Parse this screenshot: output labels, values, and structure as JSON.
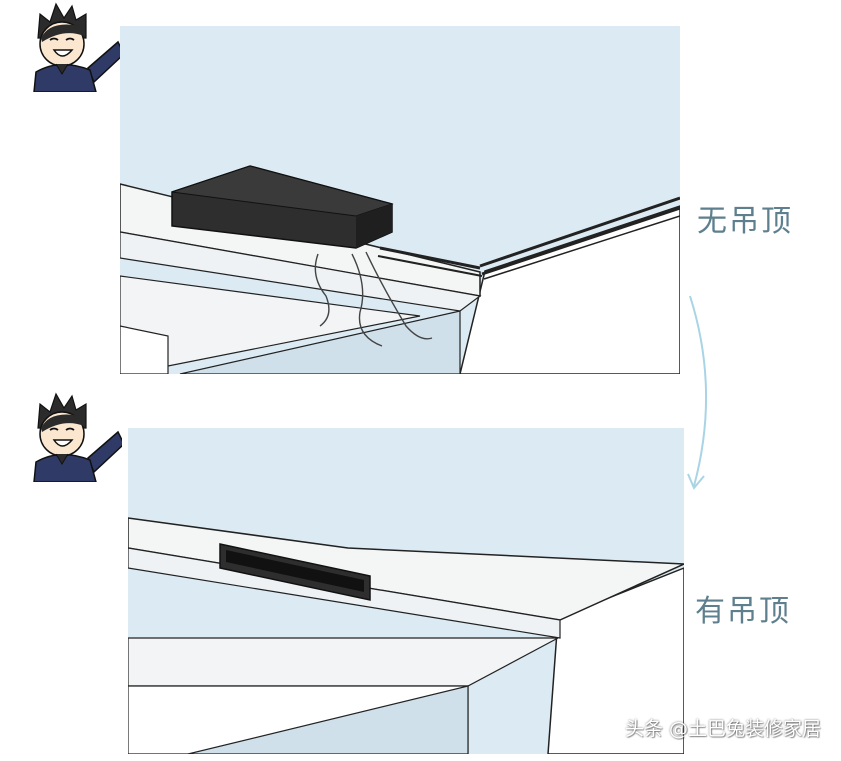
{
  "panels": {
    "top": {
      "caption": "无吊顶"
    },
    "bottom": {
      "caption": "有吊顶"
    }
  },
  "watermark": {
    "text": "头条 @土巴兔装修家居"
  },
  "colors": {
    "sky": "#dcebf3",
    "ceiling_beam": "#f4f5f5",
    "beam_side": "#cfe0ea",
    "ac_unit": "#2e2e2e",
    "caption": "#5d7f8e",
    "arrow": "#a9d4e6"
  },
  "icons": {
    "avatar": "cartoon-man-waving-icon",
    "arrow": "curved-down-arrow-icon"
  }
}
